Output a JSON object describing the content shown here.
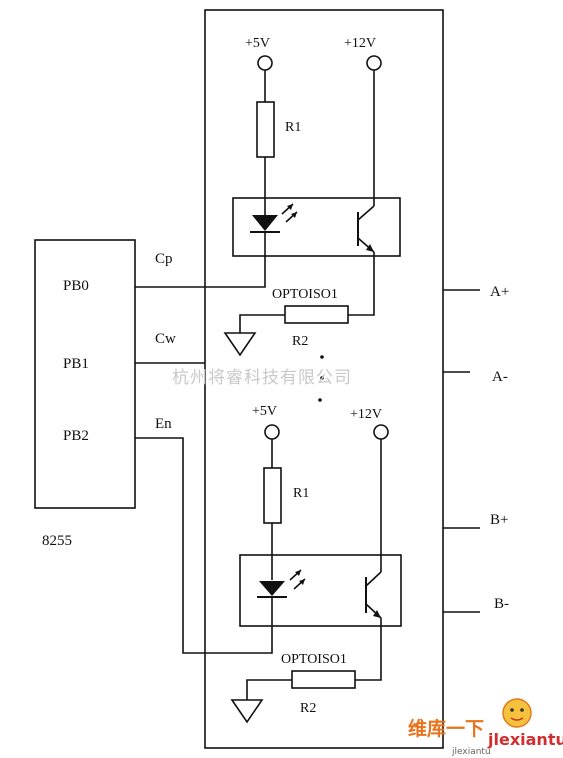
{
  "chip": {
    "name": "8255",
    "pins": [
      "PB0",
      "PB1",
      "PB2"
    ]
  },
  "signals": [
    "Cp",
    "Cw",
    "En"
  ],
  "outputs": [
    "A+",
    "A-",
    "B+",
    "B-"
  ],
  "opto_top": {
    "vcc_led": "+5V",
    "vcc_out": "+12V",
    "r1": "R1",
    "r2": "R2",
    "name": "OPTOISO1"
  },
  "opto_bottom": {
    "vcc_led": "+5V",
    "vcc_out": "+12V",
    "r1": "R1",
    "r2": "R2",
    "name": "OPTOISO1"
  },
  "watermark": "杭州将睿科技有限公司",
  "logo": {
    "brand": "维库一下",
    "domain": "jlexiantu.com",
    "sub": "jlexiantu"
  }
}
